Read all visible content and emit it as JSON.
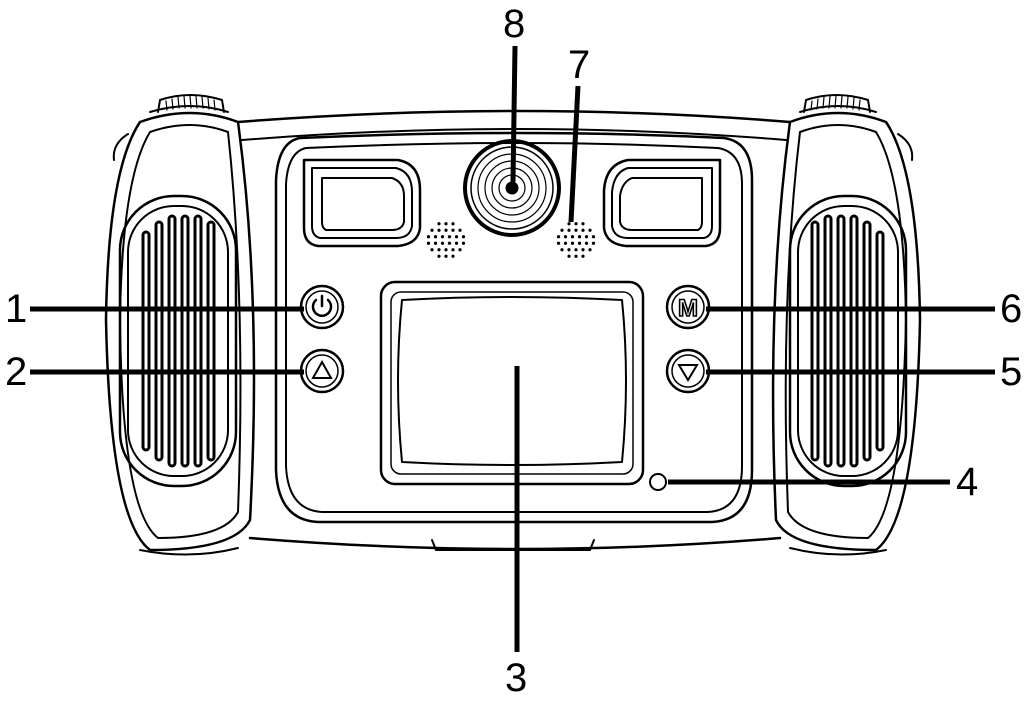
{
  "callouts": [
    {
      "number": "1",
      "part": "power-button"
    },
    {
      "number": "2",
      "part": "up-button"
    },
    {
      "number": "3",
      "part": "lcd-screen"
    },
    {
      "number": "4",
      "part": "indicator-light"
    },
    {
      "number": "5",
      "part": "down-button"
    },
    {
      "number": "6",
      "part": "mode-button"
    },
    {
      "number": "7",
      "part": "speaker-grille"
    },
    {
      "number": "8",
      "part": "front-lens"
    }
  ],
  "button_glyphs": {
    "mode": "M"
  },
  "colors": {
    "line": "#000000",
    "background": "#ffffff"
  }
}
